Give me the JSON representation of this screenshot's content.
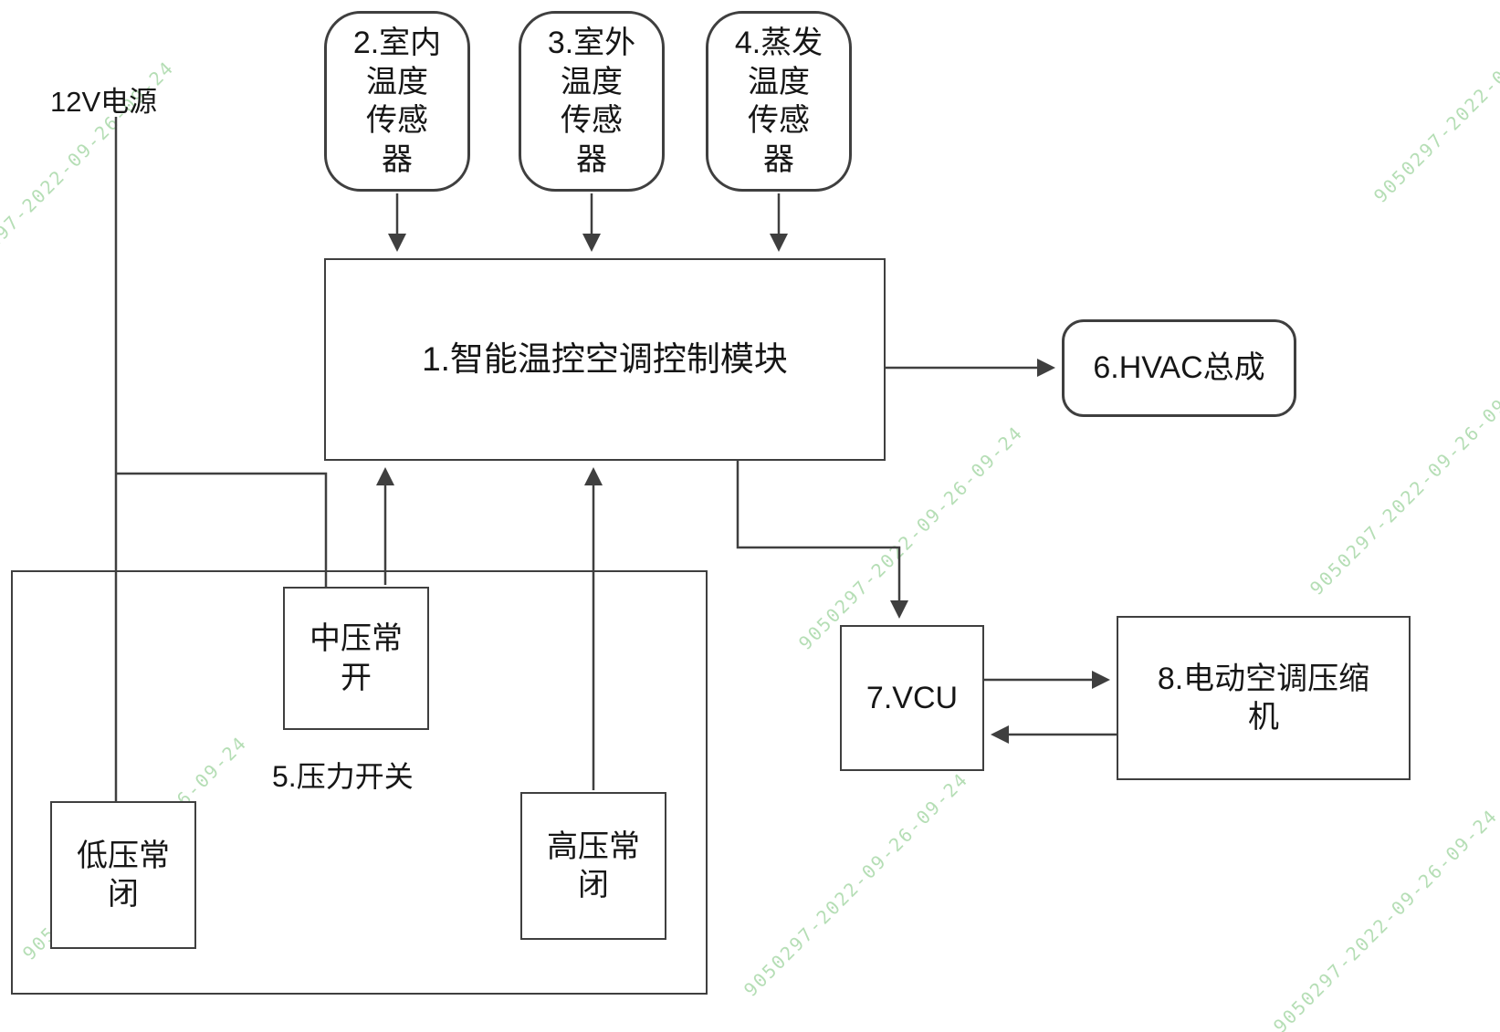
{
  "diagram": {
    "power_label": "12V电源",
    "pressure_group_label": "5.压力开关",
    "watermark_text": "9050297-2022-09-26-09-24",
    "sensors": [
      {
        "label": "2.室内\n温度\n传感\n器"
      },
      {
        "label": "3.室外\n温度\n传感\n器"
      },
      {
        "label": "4.蒸发\n温度\n传感\n器"
      }
    ],
    "module_label": "1.智能温控空调控制模块",
    "hvac_label": "6.HVAC总成",
    "vcu_label": "7.VCU",
    "compressor_label": "8.电动空调压缩\n机",
    "switches": {
      "mid": "中压常\n开",
      "low": "低压常\n闭",
      "high": "高压常\n闭"
    }
  }
}
